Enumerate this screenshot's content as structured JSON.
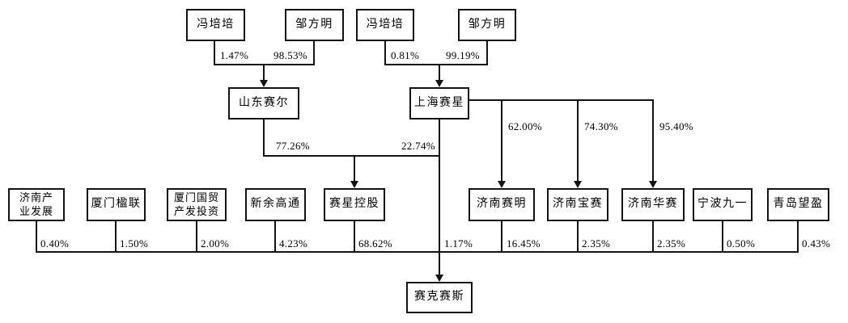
{
  "nodes": {
    "feng_a": "冯培培",
    "zou_a": "邹方明",
    "feng_b": "冯培培",
    "zou_b": "邹方明",
    "shandong_sair": "山东赛尔",
    "shanghai_saixing": "上海赛星",
    "jinan_chanye": "济南产\n业发展",
    "xiamen_yinglian": "厦门楹联",
    "xiamen_guomao": "厦门国贸\n产发投资",
    "xinyu_gaotong": "新余高通",
    "saixing_holding": "赛星控股",
    "jinan_saiming": "济南赛明",
    "jinan_baosai": "济南宝赛",
    "jinan_huasai": "济南华赛",
    "ningbo_jiuyi": "宁波九一",
    "qingdao_wangying": "青岛望盈",
    "saikesaisi": "赛克赛斯"
  },
  "percents": {
    "feng_a_stake": "1.47%",
    "zou_a_stake": "98.53%",
    "feng_b_stake": "0.81%",
    "zou_b_stake": "99.19%",
    "sair_to_holding": "77.26%",
    "saixing_to_holding": "22.74%",
    "saixing_to_saiming": "62.00%",
    "saixing_to_baosai": "74.30%",
    "saixing_to_huasai": "95.40%",
    "chanye_to_issuer": "0.40%",
    "yinglian_to_issuer": "1.50%",
    "guomao_to_issuer": "2.00%",
    "gaotong_to_issuer": "4.23%",
    "holding_to_issuer": "68.62%",
    "saixing_to_issuer": "1.17%",
    "saiming_to_issuer": "16.45%",
    "baosai_to_issuer": "2.35%",
    "huasai_to_issuer": "2.35%",
    "jiuyi_to_issuer": "0.50%",
    "wangying_to_issuer": "0.43%"
  }
}
